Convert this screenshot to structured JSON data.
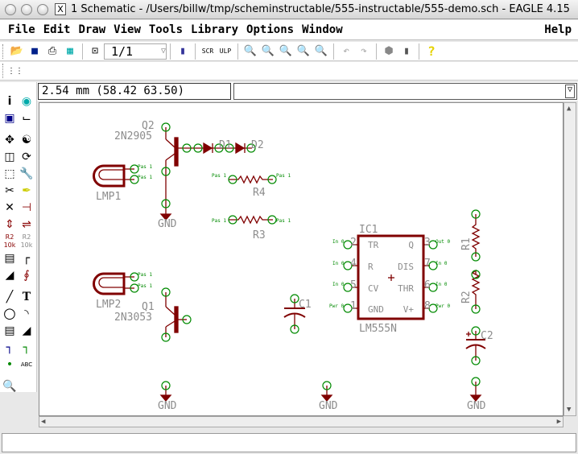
{
  "window": {
    "title": "1 Schematic - /Users/billw/tmp/scheminstructable/555-instructable/555-demo.sch - EAGLE 4.15"
  },
  "menu": [
    "File",
    "Edit",
    "Draw",
    "View",
    "Tools",
    "Library",
    "Options",
    "Window"
  ],
  "menu_help": "Help",
  "toolbar": {
    "sheet": "1/1",
    "icons": [
      "open-icon",
      "save-icon",
      "print-icon",
      "cam-icon",
      "sheet-icon",
      "board-icon",
      "script-icon",
      "ulp-icon",
      "zoom-fit-icon",
      "zoom-in-icon",
      "zoom-out-icon",
      "redraw-icon",
      "zoom-select-icon",
      "undo-icon",
      "redo-icon",
      "stop-icon",
      "go-icon",
      "help-icon"
    ]
  },
  "coord": "2.54 mm (58.42 63.50)",
  "command": "",
  "schematic": {
    "parts": {
      "Q2": "Q2",
      "Q2v": "2N2905",
      "LMP1": "LMP1",
      "D1": "D1",
      "D2": "D2",
      "R4": "R4",
      "R3": "R3",
      "LMP2": "LMP2",
      "Q1": "Q1",
      "Q1v": "2N3053",
      "IC1": "IC1",
      "IC1v": "LM555N",
      "C1": "C1",
      "C2": "C2",
      "R1": "R1",
      "R2": "R2",
      "GND": "GND"
    },
    "ic_pins_left": [
      {
        "num": "2",
        "name": "TR",
        "io": "In 0"
      },
      {
        "num": "4",
        "name": "R",
        "io": "In 0"
      },
      {
        "num": "5",
        "name": "CV",
        "io": "In 0"
      },
      {
        "num": "1",
        "name": "GND",
        "io": "Pwr 0"
      }
    ],
    "ic_pins_right": [
      {
        "num": "3",
        "name": "Q",
        "io": "Out 0"
      },
      {
        "num": "7",
        "name": "DIS",
        "io": "In 0"
      },
      {
        "num": "6",
        "name": "THR",
        "io": "In 0"
      },
      {
        "num": "8",
        "name": "V+",
        "io": "Pwr 0"
      }
    ],
    "pas": "Pas 1"
  },
  "colors": {
    "symbol": "#800000",
    "pin": "#008a00",
    "label": "#8c8c8c"
  }
}
